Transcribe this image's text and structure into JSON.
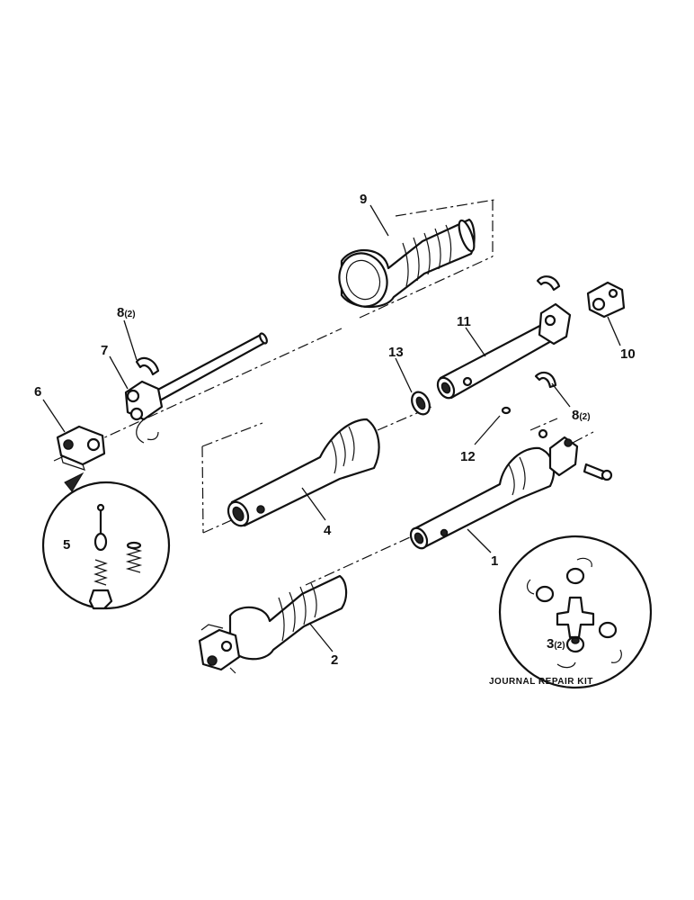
{
  "callouts": {
    "c1": "1",
    "c2": "2",
    "c3": "3",
    "c3_qty": "(2)",
    "c4": "4",
    "c5": "5",
    "c6": "6",
    "c7": "7",
    "c8a": "8",
    "c8a_qty": "(2)",
    "c8b": "8",
    "c8b_qty": "(2)",
    "c9": "9",
    "c10": "10",
    "c11": "11",
    "c12": "12",
    "c13": "13"
  },
  "kit_label": "JOURNAL REPAIR KIT"
}
